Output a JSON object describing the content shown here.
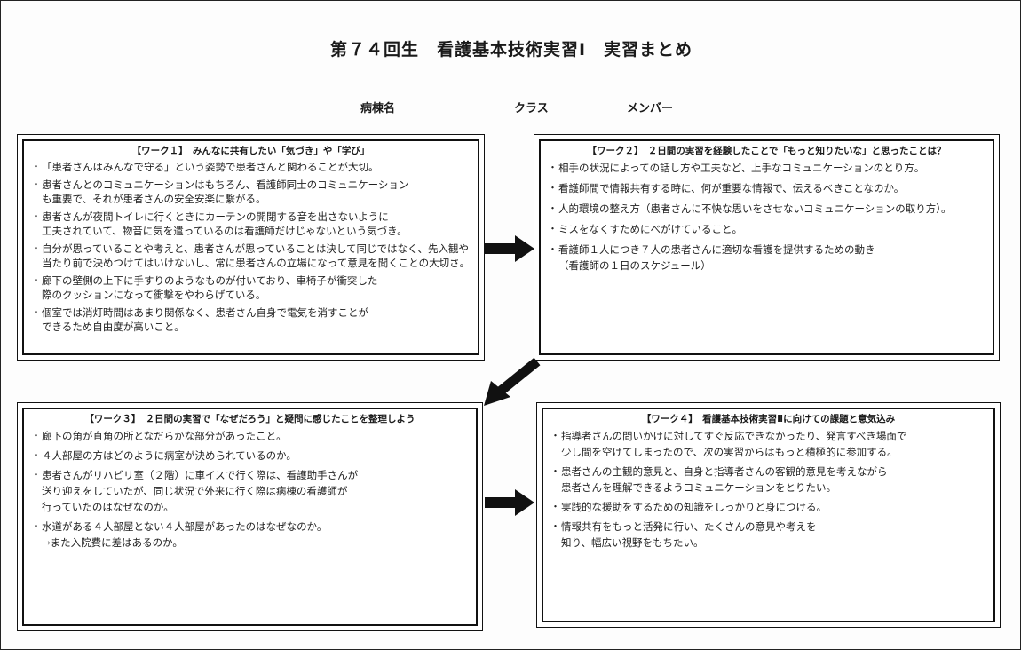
{
  "header": {
    "title": "第７４回生　看護基本技術実習Ⅰ　実習まとめ",
    "ward_label": "病棟名",
    "class_label": "クラス",
    "member_label": "メンバー"
  },
  "work1": {
    "title": "【ワーク１】　みんなに共有したい「気づき」や「学び」",
    "items": [
      {
        "bullet": "・",
        "lines": [
          "「患者さんはみんなで守る」という姿勢で患者さんと関わることが大切。"
        ]
      },
      {
        "bullet": "・",
        "lines": [
          "患者さんとのコミュニケーションはもちろん、看護師同士のコミュニケーション",
          "も重要で、それが患者さんの安全安楽に繋がる。"
        ]
      },
      {
        "bullet": "・",
        "lines": [
          "患者さんが夜間トイレに行くときにカーテンの開閉する音を出さないように",
          "工夫されていて、物音に気を遣っているのは看護師だけじゃないという気づき。"
        ]
      },
      {
        "bullet": "・",
        "lines": [
          "自分が思っていることや考えと、患者さんが思っていることは決して同じではなく、先入観や",
          "当たり前で決めつけてはいけないし、常に患者さんの立場になって意見を聞くことの大切さ。"
        ]
      },
      {
        "bullet": "・",
        "lines": [
          "廊下の壁側の上下に手すりのようなものが付いており、車椅子が衝突した",
          "際のクッションになって衝撃をやわらげている。"
        ]
      },
      {
        "bullet": "・",
        "lines": [
          "個室では消灯時間はあまり関係なく、患者さん自身で電気を消すことが",
          "できるため自由度が高いこと。"
        ]
      }
    ]
  },
  "work2": {
    "title": "【ワーク２】　２日間の実習を経験したことで「もっと知りたいな」と思ったことは？",
    "items": [
      {
        "bullet": "・",
        "lines": [
          "相手の状況によっての話し方や工夫など、上手なコミュニケーションのとり方。"
        ]
      },
      {
        "bullet": "・",
        "lines": [
          "看護師間で情報共有する時に、何が重要な情報で、伝えるべきことなのか。"
        ]
      },
      {
        "bullet": "・",
        "lines": [
          "人的環境の整え方（患者さんに不快な思いをさせないコミュニケーションの取り方）。"
        ]
      },
      {
        "bullet": "・",
        "lines": [
          "ミスをなくすためにべがけていること。"
        ]
      },
      {
        "bullet": "・",
        "lines": [
          "看護師１人につき７人の患者さんに適切な看護を提供するための動き",
          "（看護師の１日のスケジュール）"
        ]
      }
    ]
  },
  "work3": {
    "title": "【ワーク３】　２日間の実習で「なぜだろう」と疑問に感じたことを整理しよう",
    "items": [
      {
        "bullet": "・",
        "lines": [
          "廊下の角が直角の所となだらかな部分があったこと。"
        ]
      },
      {
        "bullet": "・",
        "lines": [
          "４人部屋の方はどのように病室が決められているのか。"
        ]
      },
      {
        "bullet": "・",
        "lines": [
          "患者さんがリハビリ室（２階）に車イスで行く際は、看護助手さんが",
          "送り迎えをしていたが、同じ状況で外来に行く際は病棟の看護師が",
          "行っていたのはなぜなのか。"
        ]
      },
      {
        "bullet": "・",
        "lines": [
          "水道がある４人部屋とない４人部屋があったのはなぜなのか。",
          "→また入院費に差はあるのか。"
        ]
      }
    ]
  },
  "work4": {
    "title": "【ワーク４】　看護基本技術実習Ⅱに向けての課題と意気込み",
    "items": [
      {
        "bullet": "・",
        "lines": [
          "指導者さんの問いかけに対してすぐ反応できなかったり、発言すべき場面で",
          "少し間を空けてしまったので、次の実習からはもっと積極的に参加する。"
        ]
      },
      {
        "bullet": "・",
        "lines": [
          "患者さんの主観的意見と、自身と指導者さんの客観的意見を考えながら",
          "患者さんを理解できるようコミュニケーションをとりたい。"
        ]
      },
      {
        "bullet": "・",
        "lines": [
          "実践的な援助をするための知識をしっかりと身につける。"
        ]
      },
      {
        "bullet": "・",
        "lines": [
          "情報共有をもっと活発に行い、たくさんの意見や考えを",
          "知り、幅広い視野をもちたい。"
        ]
      }
    ]
  }
}
